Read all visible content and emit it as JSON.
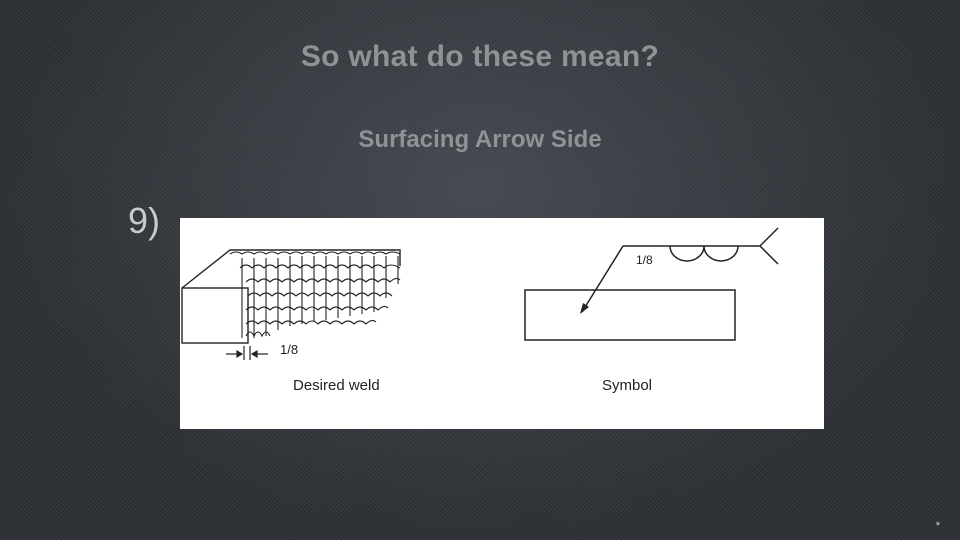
{
  "slide": {
    "title": "So what do these mean?",
    "subtitle": "Surfacing Arrow Side",
    "item_number": "9)",
    "page_marker": "*"
  },
  "figure": {
    "left_caption": "Desired weld",
    "right_caption": "Symbol",
    "left_dimension": "1/8",
    "symbol_dimension": "1/8"
  }
}
